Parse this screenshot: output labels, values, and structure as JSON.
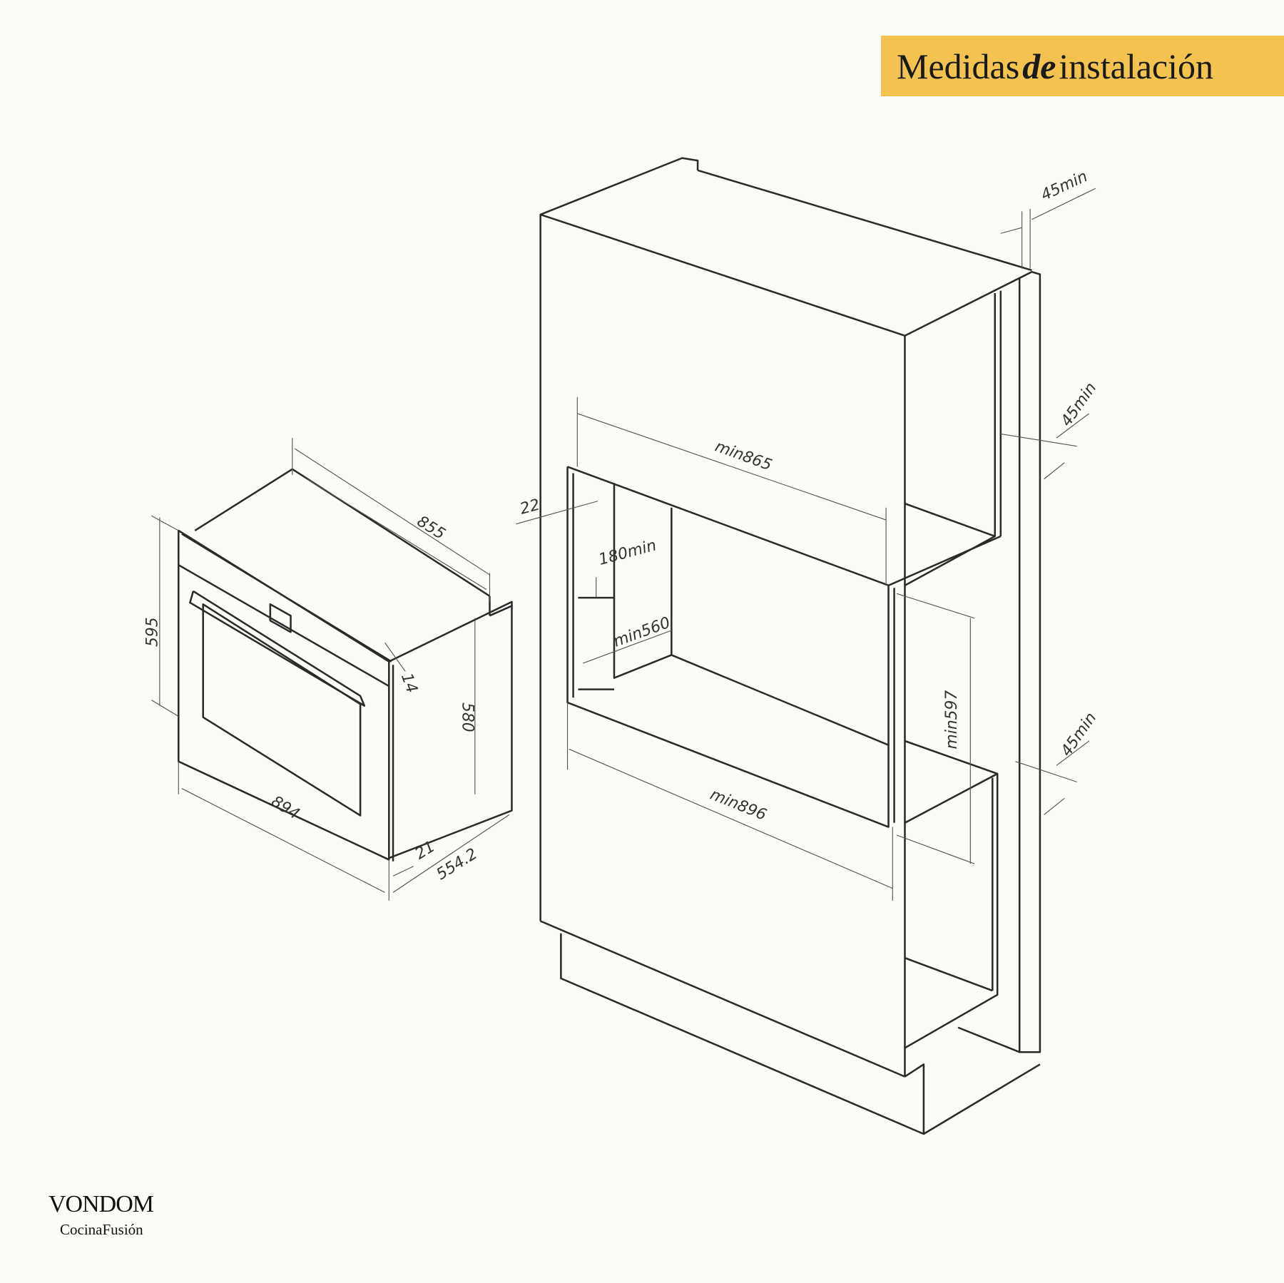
{
  "header": {
    "title_part1": "Medidas",
    "title_part2": "de",
    "title_part3": "instalación",
    "accent_color": "#f3c24f"
  },
  "oven_dimensions": {
    "depth": "855",
    "height": "595",
    "panel": "14",
    "body_height": "580",
    "width": "894",
    "door_thickness": "21",
    "body_depth": "554.2"
  },
  "cabinet_dimensions": {
    "top_gap": "45min",
    "upper_gap": "45min",
    "lower_gap": "45min",
    "inner_width": "min865",
    "offset": "22",
    "vent": "180min",
    "inner_depth": "min560",
    "opening_height": "min597",
    "outer_width": "min896"
  },
  "brand": {
    "name": "VONDOM",
    "sub": "CocinaFusión"
  }
}
